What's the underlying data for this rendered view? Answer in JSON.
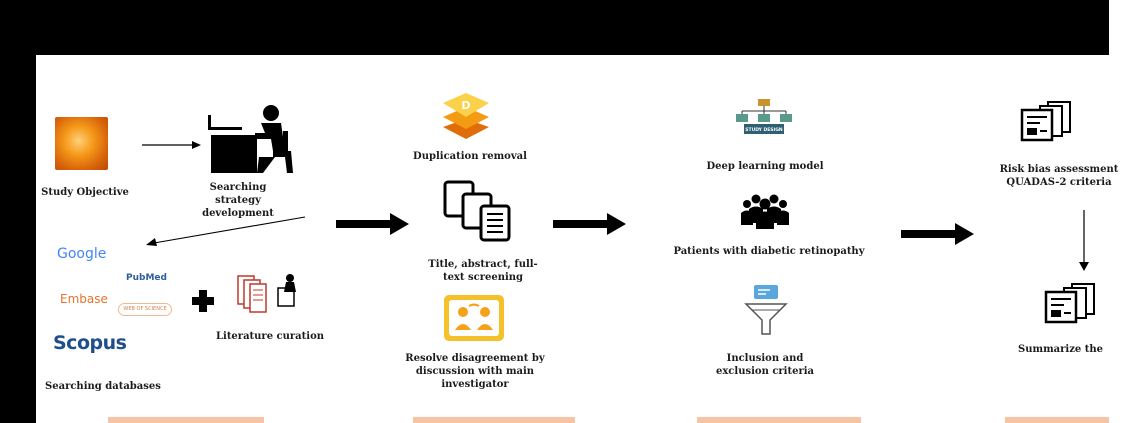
{
  "colors": {
    "frame": "#000000",
    "tab_fill": "#f6c3a5",
    "arrow": "#000000"
  },
  "stage1": {
    "objective_label": "Study Objective",
    "strategy_label": "Searching strategy development",
    "databases": {
      "google": "Google",
      "pubmed": "PubMed",
      "embase": "Embase",
      "wos": "WEB OF SCIENCE",
      "scopus": "Scopus"
    },
    "curation_label": "Literature curation",
    "databases_label": "Searching databases"
  },
  "stage2": {
    "duplication_label": "Duplication removal",
    "screening_label": "Title, abstract, full-text screening",
    "resolve_label": "Resolve disagreement by discussion with main investigator"
  },
  "stage3": {
    "study_design_text": "STUDY DESIGN",
    "dl_model_label": "Deep learning model",
    "patients_label": "Patients with diabetic retinopathy",
    "criteria_label": "Inclusion and exclusion criteria"
  },
  "stage4": {
    "risk_label": "Risk bias assessment QUADAS-2 criteria",
    "summarize_label": "Summarize the"
  },
  "icons": [
    "study-objective-image",
    "desk-worker-icon",
    "plus-icon",
    "documents-icon",
    "duplication-icon",
    "stacked-documents-icon",
    "resolve-icon",
    "study-design-icon",
    "people-group-icon",
    "funnel-icon",
    "report-icon"
  ]
}
